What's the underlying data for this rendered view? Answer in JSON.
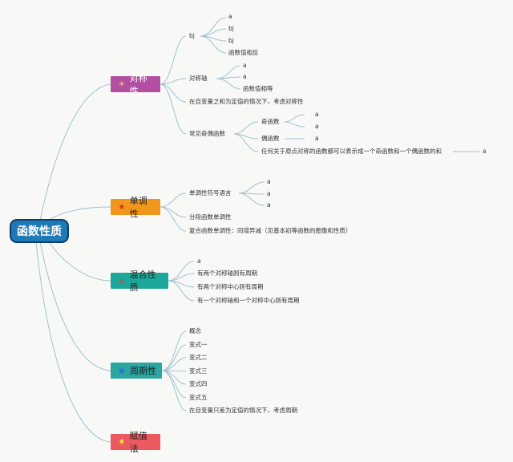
{
  "root": {
    "label": "函数性质"
  },
  "branches": [
    {
      "label": "对称性",
      "color": "#b24fa3",
      "icon": "sparkle-icon",
      "icon_glyph": "☀",
      "children": [
        {
          "label": "bj",
          "children": [
            "a",
            "bj",
            "bj",
            "函数值相反"
          ]
        },
        {
          "label": "对称轴",
          "children": [
            "a",
            "a",
            "函数值相等"
          ]
        },
        {
          "label": "在自变量之和为定值的情况下，考虑对称性"
        },
        {
          "label": "常见奇偶函数",
          "children": [
            {
              "label": "奇函数",
              "children": [
                "a",
                "a"
              ]
            },
            {
              "label": "偶函数",
              "children": [
                "a"
              ]
            },
            {
              "label": "任何关于原点对称的函数都可以表示成一个奇函数和一个偶函数的和",
              "children": [
                "a"
              ]
            }
          ]
        }
      ]
    },
    {
      "label": "单调性",
      "color": "#f0961d",
      "icon": "star-icon",
      "icon_glyph": "★",
      "children": [
        {
          "label": "单调性符号语言",
          "children": [
            "a",
            "a",
            "a"
          ]
        },
        {
          "label": "分段函数单调性"
        },
        {
          "label": "复合函数单调性：同增异减（见基本初等函数的图像和性质）"
        }
      ]
    },
    {
      "label": "混合性质",
      "color": "#1da79a",
      "icon": "house-icon",
      "icon_glyph": "⌂",
      "children": [
        {
          "label": "a"
        },
        {
          "label": "有两个对称轴则有周期"
        },
        {
          "label": "有两个对称中心则有周期"
        },
        {
          "label": "有一个对称轴和一个对称中心则有周期"
        }
      ]
    },
    {
      "label": "周期性",
      "color": "#2ba6a1",
      "icon": "globe-icon",
      "icon_glyph": "◉",
      "children": [
        {
          "label": "概念"
        },
        {
          "label": "变式一"
        },
        {
          "label": "变式二"
        },
        {
          "label": "变式三"
        },
        {
          "label": "变式四"
        },
        {
          "label": "变式五"
        },
        {
          "label": "在自变量只差为定值的情况下，考虑周期"
        }
      ]
    },
    {
      "label": "赋值法",
      "color": "#ea5a60",
      "icon": "diamond-icon",
      "icon_glyph": "♦",
      "children": []
    }
  ],
  "colors": {
    "root": "#1f79b5",
    "line": "#9fc3cf"
  }
}
